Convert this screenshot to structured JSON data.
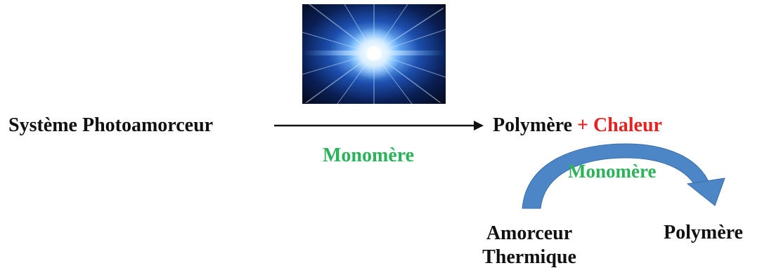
{
  "diagram": {
    "photoinitiator_system": "Système Photoamorceur",
    "monomer_primary": "Monomère",
    "product_polymer": "Polymère",
    "plus_sign": "+",
    "heat": "Chaleur",
    "monomer_secondary": "Monomère",
    "thermal_initiator_line1": "Amorceur",
    "thermal_initiator_line2": "Thermique",
    "product_polymer_secondary": "Polymère"
  },
  "image": {
    "icon": "light-burst-image"
  },
  "colors": {
    "text_default": "#111111",
    "monomer_green": "#2bb35a",
    "heat_red": "#e8211f",
    "curved_arrow_blue": "#4d86c6",
    "light_burst_center": "#ffffff",
    "light_burst_edge": "#06122d"
  }
}
